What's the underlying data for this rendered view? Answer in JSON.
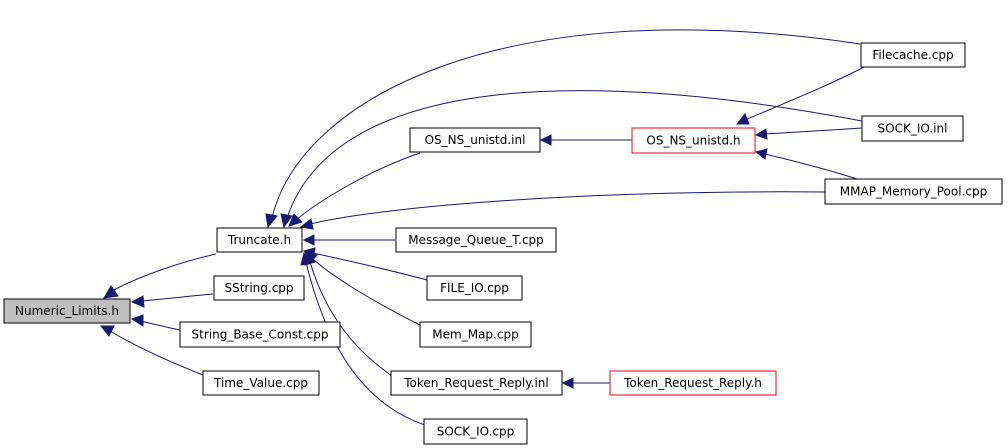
{
  "colors": {
    "edge": "#191970",
    "root_fill": "#bfbfbf",
    "node_border": "#000000",
    "highlight_border": "#ff0000"
  },
  "nodes": {
    "numeric_limits": "Numeric_Limits.h",
    "truncate": "Truncate.h",
    "sstring": "SString.cpp",
    "string_base_const": "String_Base_Const.cpp",
    "time_value": "Time_Value.cpp",
    "os_ns_unistd_inl": "OS_NS_unistd.inl",
    "os_ns_unistd_h": "OS_NS_unistd.h",
    "filecache": "Filecache.cpp",
    "sock_io_inl": "SOCK_IO.inl",
    "mmap_memory_pool": "MMAP_Memory_Pool.cpp",
    "message_queue_t": "Message_Queue_T.cpp",
    "file_io": "FILE_IO.cpp",
    "mem_map": "Mem_Map.cpp",
    "token_request_reply_inl": "Token_Request_Reply.inl",
    "token_request_reply_h": "Token_Request_Reply.h",
    "sock_io_cpp": "SOCK_IO.cpp"
  }
}
